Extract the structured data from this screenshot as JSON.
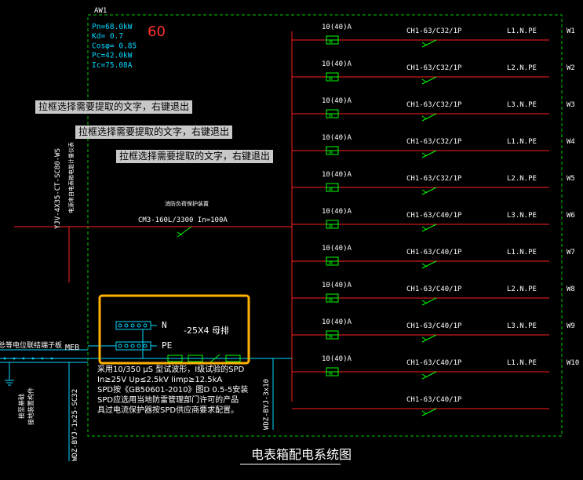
{
  "panel": {
    "name": "AW1",
    "params": [
      "Pn=68.0kW",
      "Kd= 0.7",
      "Cosφ= 0.85",
      "Pc=42.0kW",
      "Ic=75.08A"
    ],
    "handwritten_note": "60"
  },
  "tooltips": [
    "拉框选择需要提取的文字，右键退出",
    "拉框选择需要提取的文字，右键退出",
    "拉框选择需要提取的文字，右键退出"
  ],
  "incoming": {
    "cable_vertical": "YJV-4X35-CT-SC80-WS",
    "cable_note": "电源来自电表箱电能计量仪表",
    "main_breaker_note": "消防负荷保护装置",
    "main_breaker": "CM3-160L/3300 In=100A"
  },
  "circuits": [
    {
      "meter": "10(40)A",
      "breaker": "CH1-63/C32/1P",
      "phase": "L1.N.PE",
      "id": "W1"
    },
    {
      "meter": "10(40)A",
      "breaker": "CH1-63/C32/1P",
      "phase": "L2.N.PE",
      "id": "W2"
    },
    {
      "meter": "10(40)A",
      "breaker": "CH1-63/C32/1P",
      "phase": "L3.N.PE",
      "id": "W3"
    },
    {
      "meter": "10(40)A",
      "breaker": "CH1-63/C32/1P",
      "phase": "L1.N.PE",
      "id": "W4"
    },
    {
      "meter": "10(40)A",
      "breaker": "CH1-63/C32/1P",
      "phase": "L2.N.PE",
      "id": "W5"
    },
    {
      "meter": "10(40)A",
      "breaker": "CH1-63/C40/1P",
      "phase": "L3.N.PE",
      "id": "W6"
    },
    {
      "meter": "10(40)A",
      "breaker": "CH1-63/C40/1P",
      "phase": "L1.N.PE",
      "id": "W7"
    },
    {
      "meter": "10(40)A",
      "breaker": "CH1-63/C40/1P",
      "phase": "L2.N.PE",
      "id": "W8"
    },
    {
      "meter": "10(40)A",
      "breaker": "CH1-63/C40/1P",
      "phase": "L3.N.PE",
      "id": "W9"
    },
    {
      "meter": "10(40)A",
      "breaker": "CH1-63/C40/1P",
      "phase": "L1.N.PE",
      "id": "W10"
    },
    {
      "meter": "",
      "breaker": "CH1-63/C40/1P",
      "phase": "",
      "id": ""
    }
  ],
  "meter_symbol": "Wh",
  "busbar": {
    "n_label": "N",
    "pe_label": "PE",
    "spec": "-25X4 母排"
  },
  "meb": {
    "label": "MEB",
    "terminal_note": "总等电位联结端子板",
    "ground_note_1": "接至基础",
    "ground_note_2": "接地装置构件",
    "cable_left": "WDZ-BYJ-1x25-SC32",
    "cable_right": "WDZ-BYJ-3x10"
  },
  "spd_notes": [
    "采用10/350 μS 型试波形，I级试验的SPD",
    "In≥25V  Up≤2.5kV  Iimp≥12.5kA",
    "SPD按《GB50601-2010》图D 0.5-5安装",
    "SPD应选用当地防雷管理部门许可的产品",
    "具过电流保护器按SPD供应商要求配置。"
  ],
  "diagram_title": "电表箱配电系统图",
  "colors": {
    "frame": "#00c800",
    "line": "#ff2020",
    "text_white": "#ffffff",
    "text_cyan": "#00d8ff",
    "green": "#00ff00",
    "yellow": "#ffb400",
    "highlight": "#ffb000"
  }
}
